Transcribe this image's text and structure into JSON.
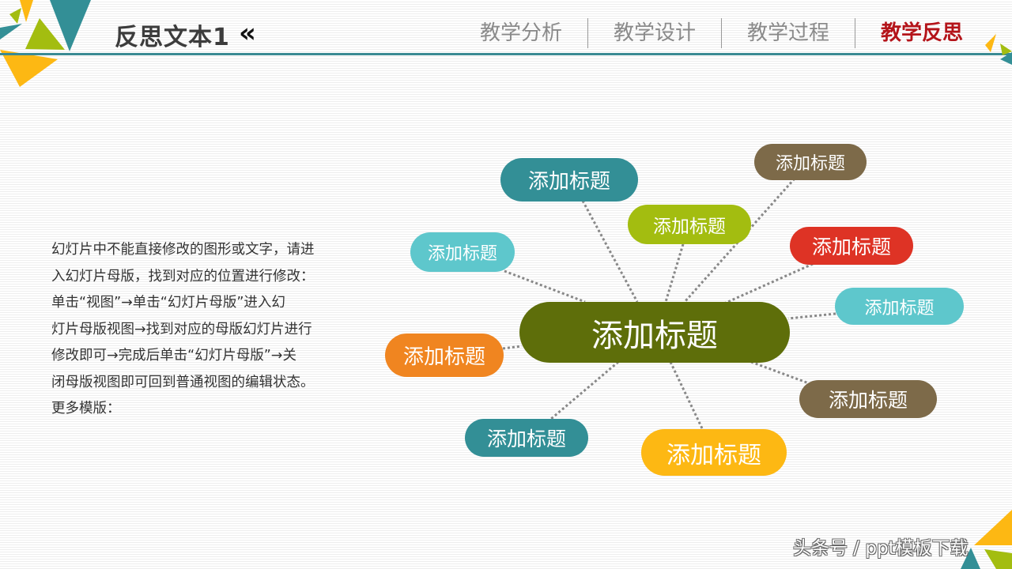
{
  "header": {
    "title": "反思文本1",
    "chevron_icon": "«",
    "nav": [
      {
        "label": "教学分析",
        "active": false
      },
      {
        "label": "教学设计",
        "active": false
      },
      {
        "label": "教学过程",
        "active": false
      },
      {
        "label": "教学反思",
        "active": true
      }
    ]
  },
  "body": {
    "lines": [
      "幻灯片中不能直接修改的图形或文字，请进",
      "入幻灯片母版，找到对应的位置进行修改：",
      "单击“视图”→单击“幻灯片母版”进入幻",
      "灯片母版视图→找到对应的母版幻灯片进行",
      "修改即可→完成后单击“幻灯片母版”→关",
      "闭母版视图即可回到普通视图的编辑状态。",
      "更多模版："
    ]
  },
  "mindmap": {
    "center": {
      "label": "添加标题",
      "color": "#5e6e0a"
    },
    "nodes": [
      {
        "label": "添加标题",
        "color": "#338f96"
      },
      {
        "label": "添加标题",
        "color": "#a3bd10"
      },
      {
        "label": "添加标题",
        "color": "#7d6a49"
      },
      {
        "label": "添加标题",
        "color": "#5ec7cc"
      },
      {
        "label": "添加标题",
        "color": "#de3325"
      },
      {
        "label": "添加标题",
        "color": "#5ec7cc"
      },
      {
        "label": "添加标题",
        "color": "#f08520"
      },
      {
        "label": "添加标题",
        "color": "#7d6a49"
      },
      {
        "label": "添加标题",
        "color": "#338f96"
      },
      {
        "label": "添加标题",
        "color": "#fdb813"
      }
    ],
    "connector_color": "#888888"
  },
  "watermark": "头条号 / ppt模板下载",
  "colors": {
    "accent_teal": "#3a8a93",
    "accent_red": "#b4141a",
    "yellow": "#fdb813",
    "green": "#a3bd10"
  }
}
